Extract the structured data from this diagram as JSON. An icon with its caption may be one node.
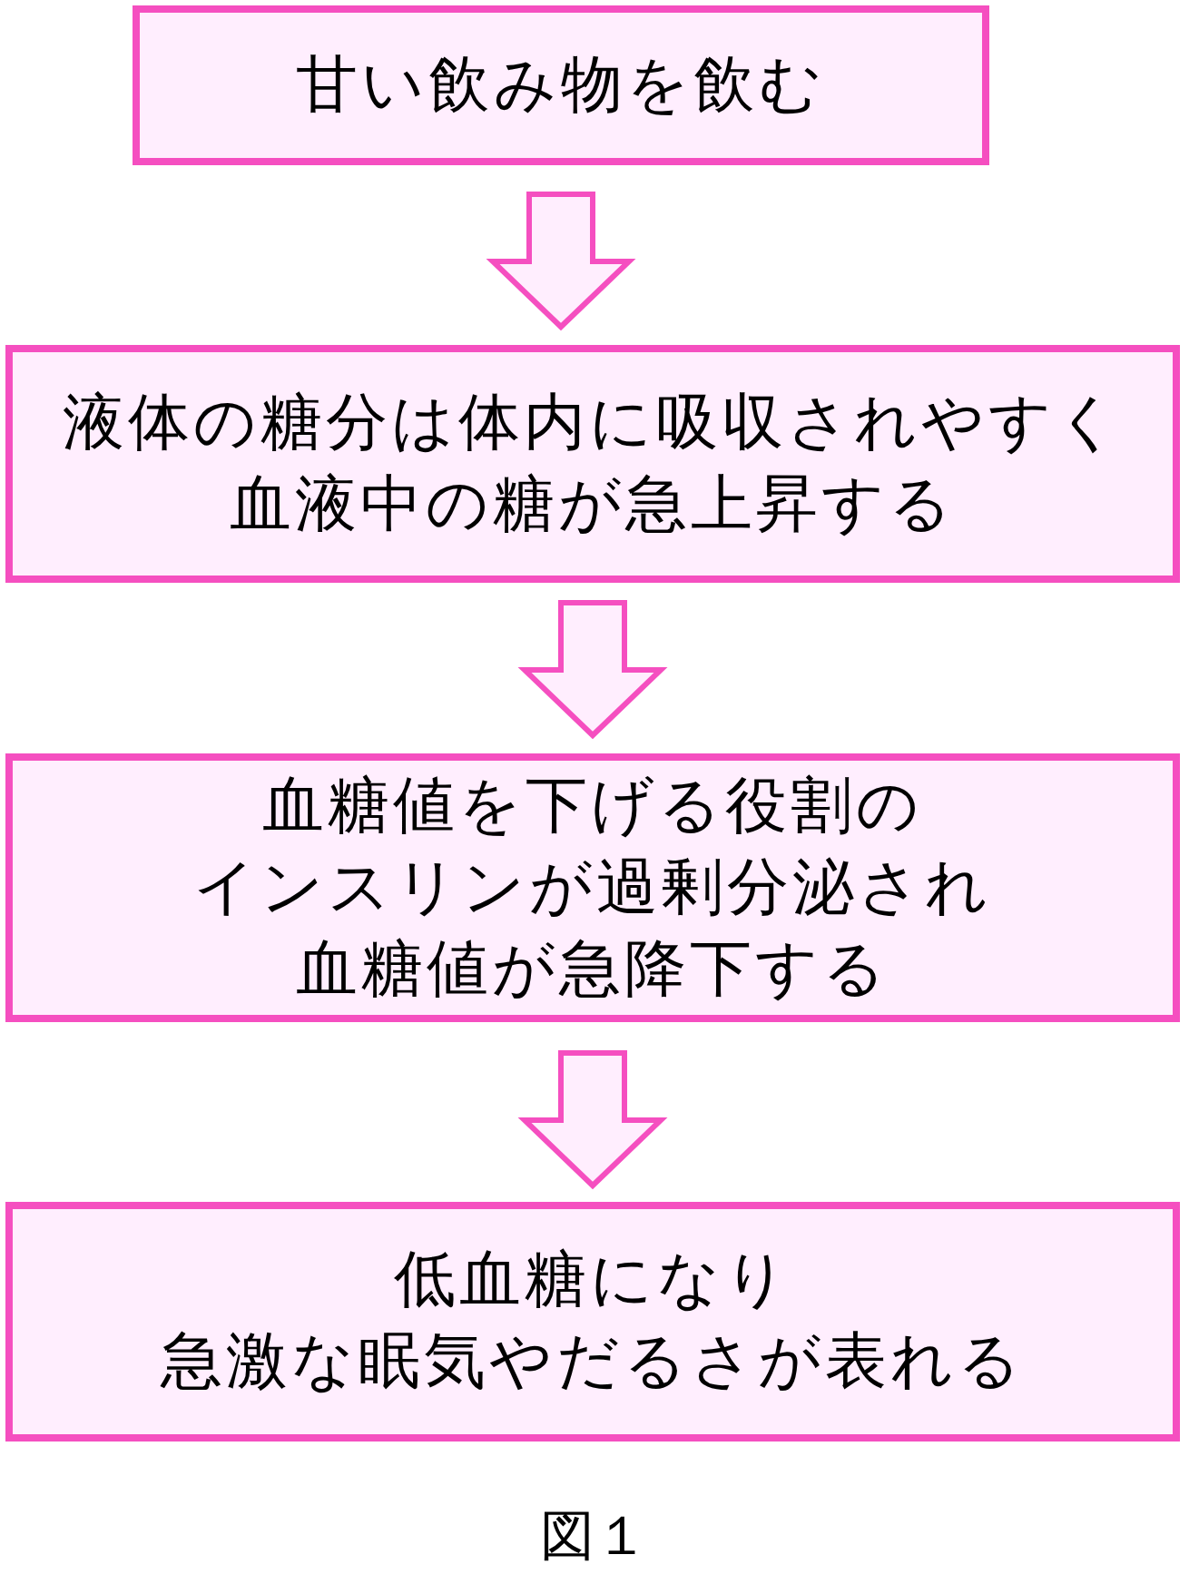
{
  "diagram": {
    "caption": "図１",
    "nodes": [
      {
        "text": [
          "甘い飲み物を飲む"
        ]
      },
      {
        "text": [
          "液体の糖分は体内に吸収されやすく血液中の糖が急上昇する"
        ]
      },
      {
        "text": [
          "血糖値を下げる役割のインスリンが過剰分泌され血糖値が急降下する"
        ]
      },
      {
        "text": [
          "低血糖になり急激な眠気やだるさが表れる"
        ]
      }
    ],
    "edges": [
      {
        "from": 0,
        "to": 1,
        "arrow": "to"
      },
      {
        "from": 1,
        "to": 2,
        "arrow": "to"
      },
      {
        "from": 2,
        "to": 3,
        "arrow": "to"
      }
    ]
  }
}
